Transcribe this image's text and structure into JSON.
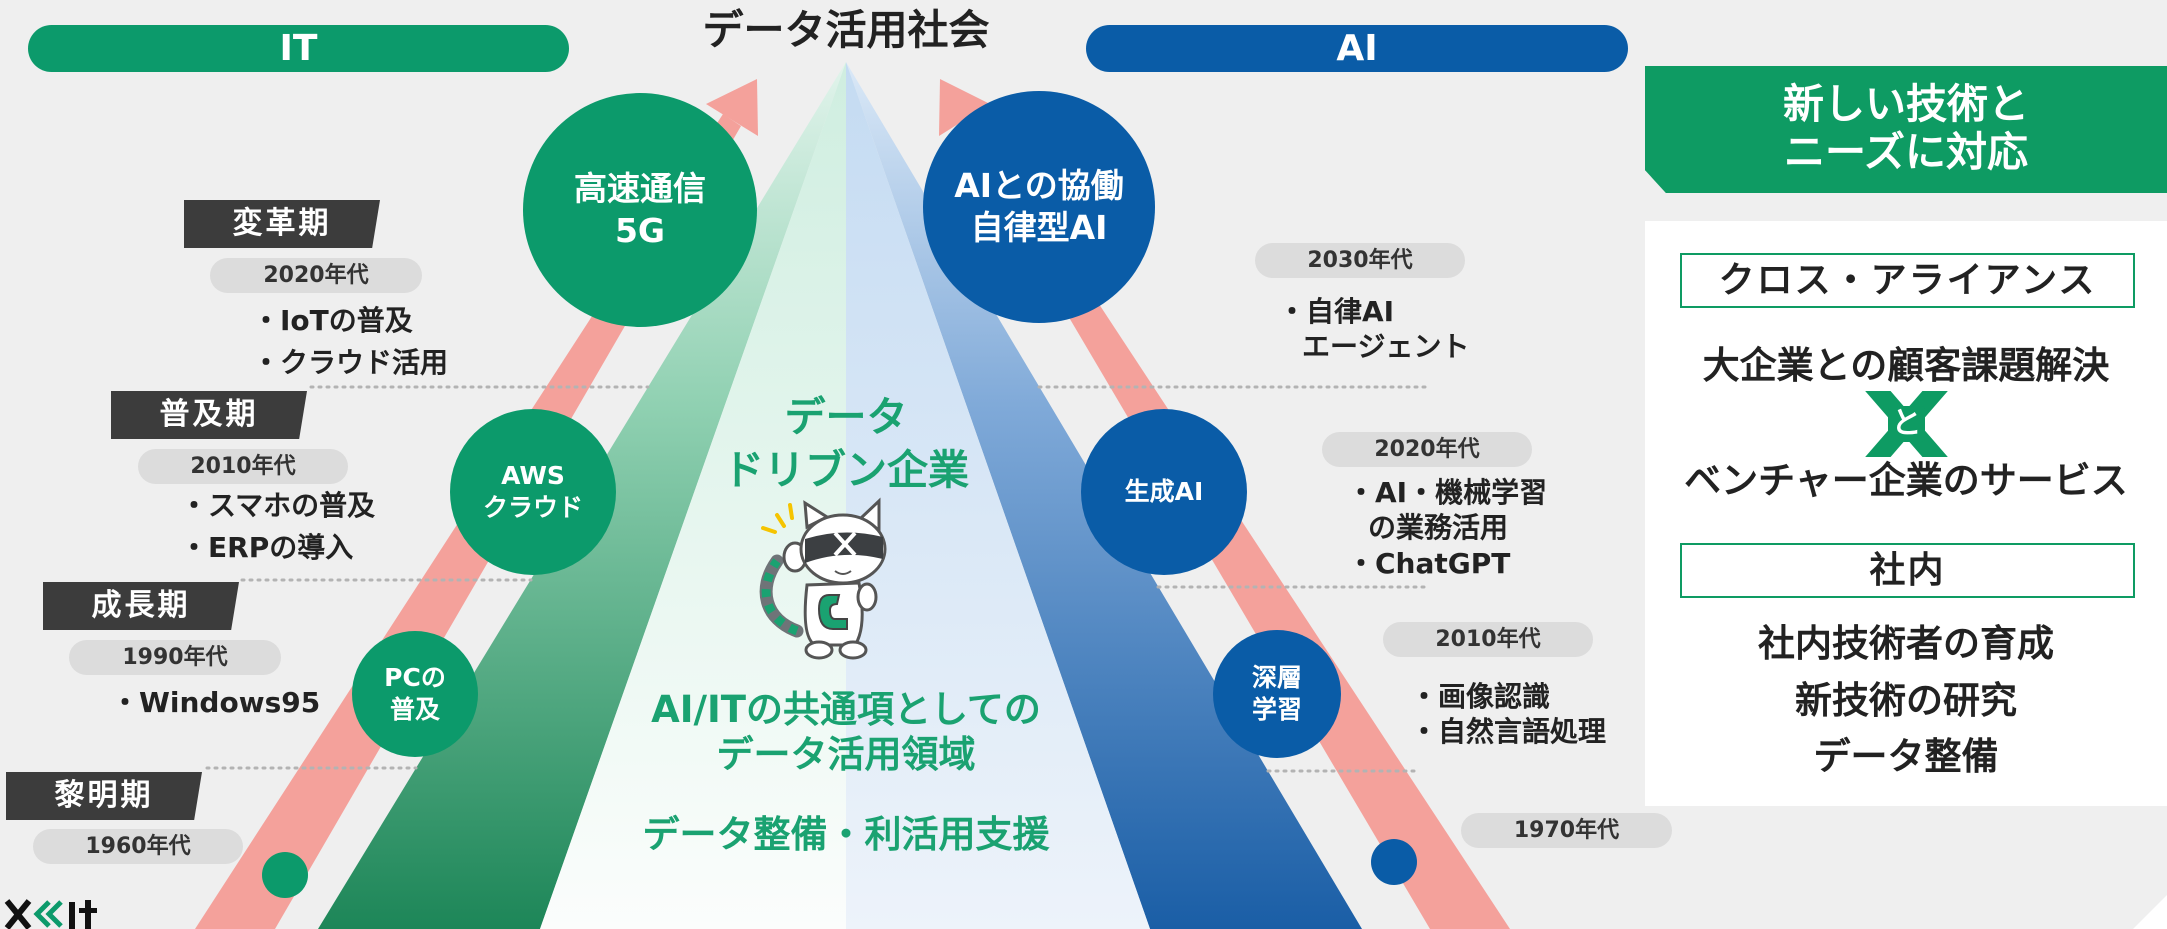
{
  "title": "データ活用社会",
  "headers": {
    "it": "IT",
    "ai": "AI"
  },
  "colors": {
    "background": "#efefef",
    "it_green": "#0c9a6b",
    "ai_blue": "#0a5ca7",
    "arrow_pink": "#f4a19b",
    "era_label": "#3c3c3c",
    "decade_pill": "#dcdcdc",
    "center_text": "#1aa271",
    "panel_green": "#0e9b63"
  },
  "icons": {
    "mascot": "mascot-cat-icon",
    "connector_mark": "cross-x-mark-icon",
    "logo": "company-logo"
  },
  "it_side": {
    "circles": [
      {
        "line1": "高速通信",
        "line2": "5G"
      },
      {
        "line1": "AWS",
        "line2": "クラウド"
      },
      {
        "line1": "PCの",
        "line2": "普及"
      }
    ],
    "eras": [
      {
        "name": "変革期",
        "decade": "2020年代",
        "items": [
          "・IoTの普及",
          "・クラウド活用"
        ]
      },
      {
        "name": "普及期",
        "decade": "2010年代",
        "items": [
          "・スマホの普及",
          "・ERPの導入"
        ]
      },
      {
        "name": "成長期",
        "decade": "1990年代",
        "items": [
          "・Windows95"
        ]
      },
      {
        "name": "黎明期",
        "decade": "1960年代"
      }
    ]
  },
  "ai_side": {
    "circles": [
      {
        "line1": "AIとの協働",
        "line2": "自律型AI"
      },
      {
        "line1": "生成AI"
      },
      {
        "line1": "深層",
        "line2": "学習"
      }
    ],
    "periods": [
      {
        "decade": "2030年代",
        "items": [
          "・自律AI",
          "エージェント"
        ]
      },
      {
        "decade": "2020年代",
        "items": [
          "・AI・機械学習",
          "の業務活用",
          "・ChatGPT"
        ]
      },
      {
        "decade": "2010年代",
        "items": [
          "・画像認識",
          "・自然言語処理"
        ]
      },
      {
        "decade": "1970年代"
      }
    ]
  },
  "center": {
    "heading_line1": "データ",
    "heading_line2": "ドリブン企業",
    "domain_line1": "AI/ITの共通項としての",
    "domain_line2": "データ活用領域",
    "support": "データ整備・利活用支援"
  },
  "right_panel": {
    "banner_line1": "新しい技術と",
    "banner_line2": "ニーズに対応",
    "alliance": {
      "heading": "クロス・アライアンス",
      "line1": "大企業との顧客課題解決",
      "connector": "と",
      "line2": "ベンチャー企業のサービス"
    },
    "internal": {
      "heading": "社内",
      "items": [
        "社内技術者の育成",
        "新技術の研究",
        "データ整備"
      ]
    }
  }
}
